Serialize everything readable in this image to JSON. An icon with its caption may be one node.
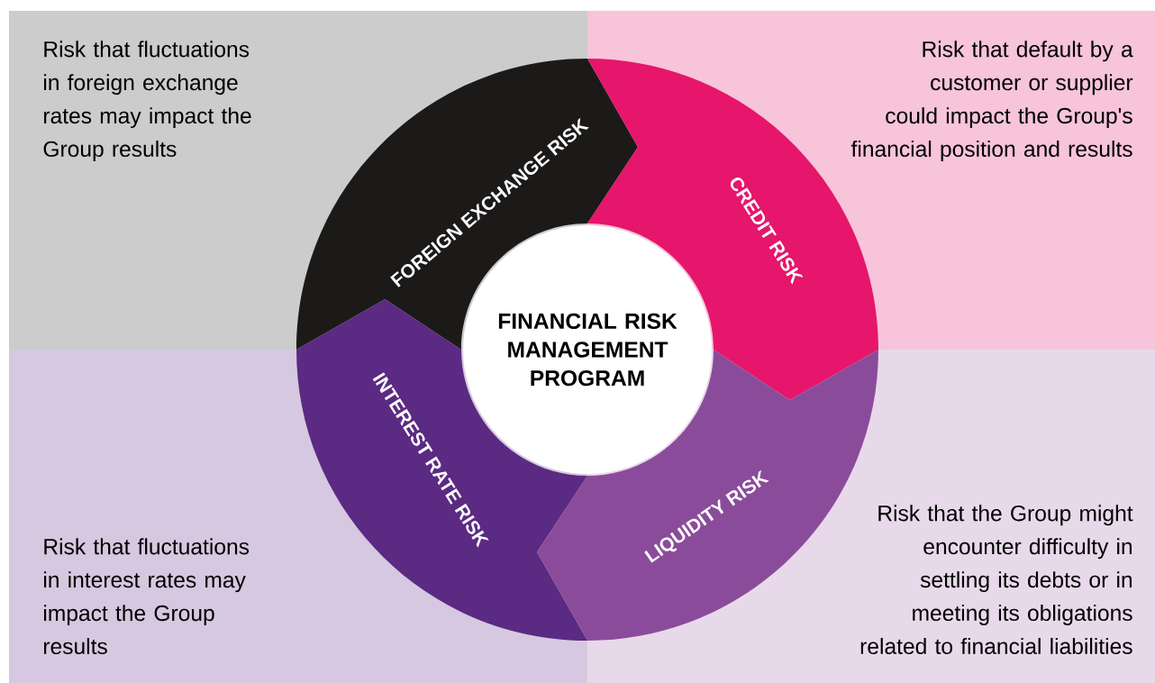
{
  "diagram": {
    "nodes": [
      {
        "text": [
          "Risk that fluctuations in foreign exchange rates may impact the Group results"
        ]
      },
      {
        "text": [
          "Risk that default by a customer or supplier could impact the Group's financial position and results"
        ]
      },
      {
        "text": [
          "FOREIGN EXCHANGE RISK"
        ]
      },
      {
        "text": [
          "CREDIT RISK"
        ]
      },
      {
        "text": [
          "FINANCIAL RISK MANAGEMENT PROGRAM"
        ]
      },
      {
        "text": [
          "INTEREST RATE RISK"
        ]
      },
      {
        "text": [
          "LIQUIDITY RISK"
        ]
      },
      {
        "text": [
          "Risk that fluctuations in interest rates may impact the Group results"
        ]
      },
      {
        "text": [
          "Risk that the Group might encounter difficulty in settling its debts or in meeting its obligations related to financial liabilities"
        ]
      }
    ]
  }
}
